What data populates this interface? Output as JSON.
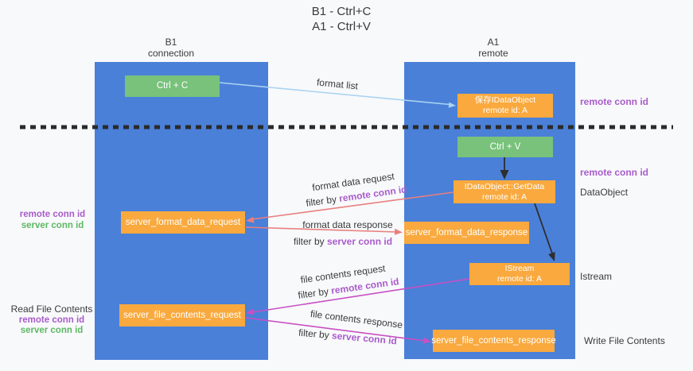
{
  "title": {
    "line1": "B1 - Ctrl+C",
    "line2": "A1 - Ctrl+V"
  },
  "lifelines": {
    "b1": {
      "name": "B1",
      "role": "connection"
    },
    "a1": {
      "name": "A1",
      "role": "remote"
    }
  },
  "nodes": {
    "ctrl_c": "Ctrl + C",
    "ctrl_v": "Ctrl + V",
    "save_dataobject_line1": "保存IDataObject",
    "save_dataobject_line2": "remote id: A",
    "getdata_line1": "IDataObject::GetData",
    "getdata_line2": "remote id: A",
    "istream_line1": "IStream",
    "istream_line2": "remote id: A",
    "server_format_data_request": "server_format_data_request",
    "server_format_data_response": "server_format_data_response",
    "server_file_contents_request": "server_file_contents_request",
    "server_file_contents_response": "server_file_contents_response"
  },
  "arrow_labels": {
    "format_list": "format list",
    "format_data_request": "format data request",
    "format_data_response": "format data response",
    "file_contents_request": "file contents request",
    "file_contents_response": "file contents response",
    "filter_by": "filter by ",
    "remote_conn_id": "remote conn id",
    "server_conn_id": "server conn id"
  },
  "side_labels": {
    "remote_conn_id_top": "remote conn id",
    "remote_conn_id_mid": "remote conn id",
    "dataobject": "DataObject",
    "istream": "Istream",
    "write_file_contents": "Write File Contents",
    "read_file_contents": "Read File Contents",
    "format_left_remote": "remote conn id",
    "format_left_server": "server conn id",
    "file_left_remote": "remote conn id",
    "file_left_server": "server conn id"
  },
  "colors": {
    "background": "#f8f9fb",
    "column_blue": "#4a80d8",
    "box_green": "#78c27b",
    "box_orange": "#f9a93e",
    "arrow_lightblue": "#a9d3f1",
    "arrow_salmon": "#e87f7f",
    "arrow_magenta": "#c94fc4",
    "arrow_black": "#2e2e2e",
    "dash_black": "#2b2b2b",
    "text_purple": "#a95ccb",
    "text_green": "#5eb863",
    "text_dark": "#3a3a3a",
    "node_text": "#ffffff"
  }
}
